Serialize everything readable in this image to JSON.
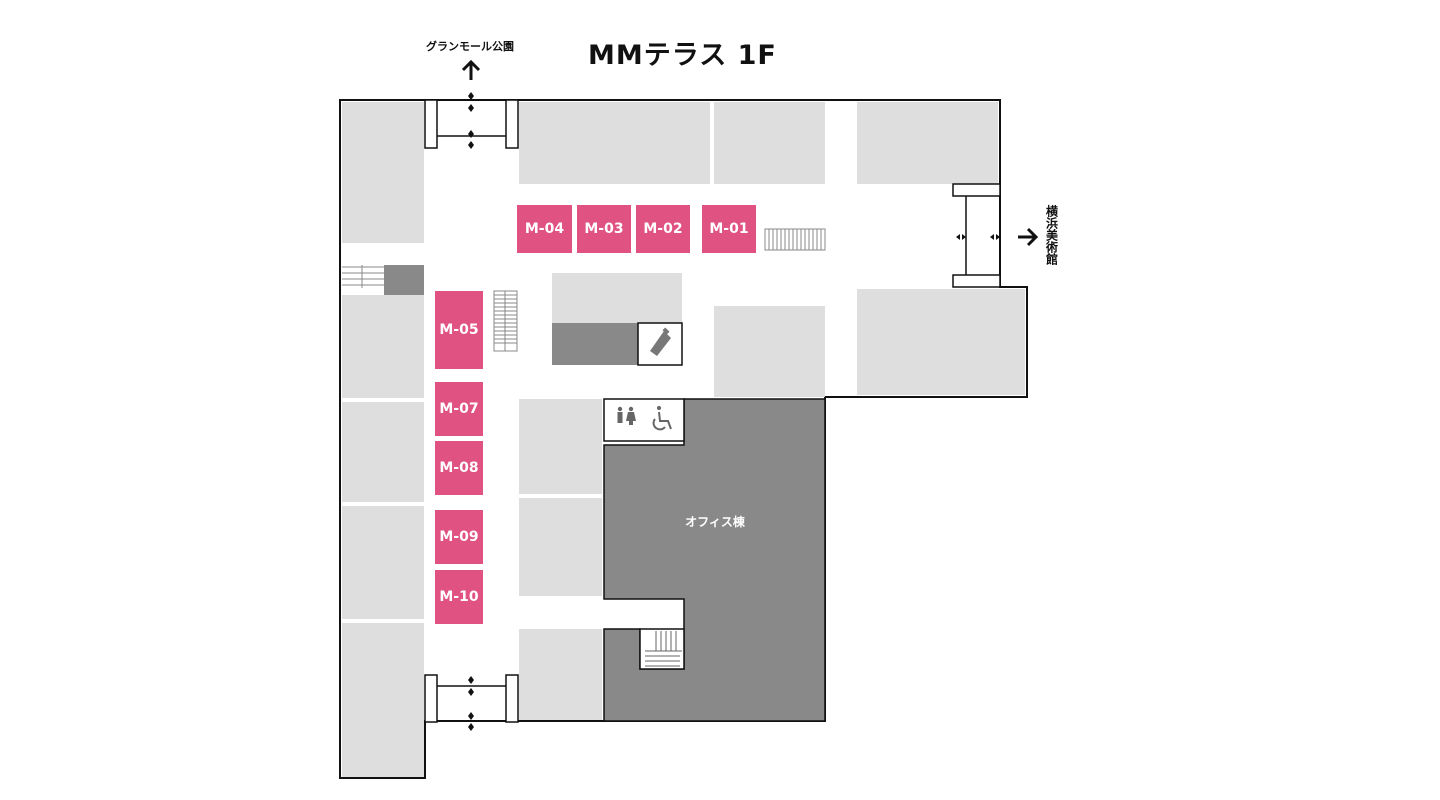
{
  "map": {
    "title": "MMテラス 1F",
    "exits": {
      "north": "グランモール公園",
      "east": "横浜美術館"
    },
    "office_label": "オフィス棟",
    "booths": [
      "M-01",
      "M-02",
      "M-03",
      "M-04",
      "M-05",
      "M-07",
      "M-08",
      "M-09",
      "M-10"
    ],
    "facilities": [
      "restroom-icon",
      "wheelchair-icon",
      "nursing-room-icon"
    ],
    "colors": {
      "booth": "#e05282",
      "shop": "#dedede",
      "office": "#898989",
      "corridor": "#ffffff",
      "outline": "#111111"
    }
  }
}
